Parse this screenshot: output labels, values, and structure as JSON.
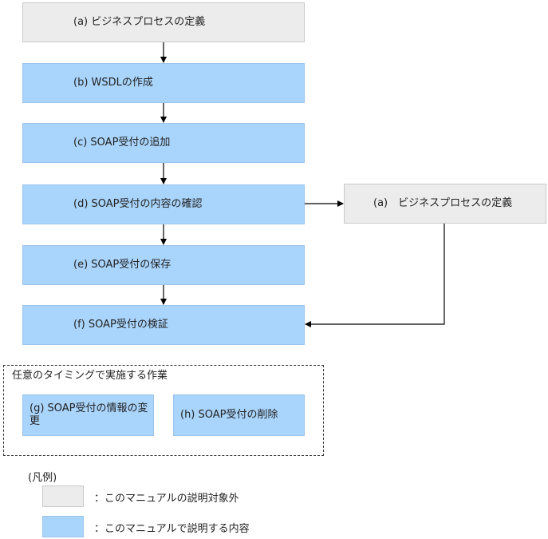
{
  "flow": {
    "a": "(a) ビジネスプロセスの定義",
    "b": "(b) WSDLの作成",
    "c": "(c) SOAP受付の追加",
    "d": "(d) SOAP受付の内容の確認",
    "e": "(e) SOAP受付の保存",
    "f": "(f) SOAP受付の検証"
  },
  "side": {
    "a": "(a)　ビジネスプロセスの定義"
  },
  "optional": {
    "title": "任意のタイミングで実施する作業",
    "g": "(g) SOAP受付の情報の変更",
    "h": "(h) SOAP受付の削除"
  },
  "legend": {
    "title": "(凡例)",
    "gray_text": "：このマニュアルの説明対象外",
    "blue_text": "：このマニュアルで説明する内容",
    "gray_color": "#ececec",
    "blue_color": "#a9d4fb"
  }
}
